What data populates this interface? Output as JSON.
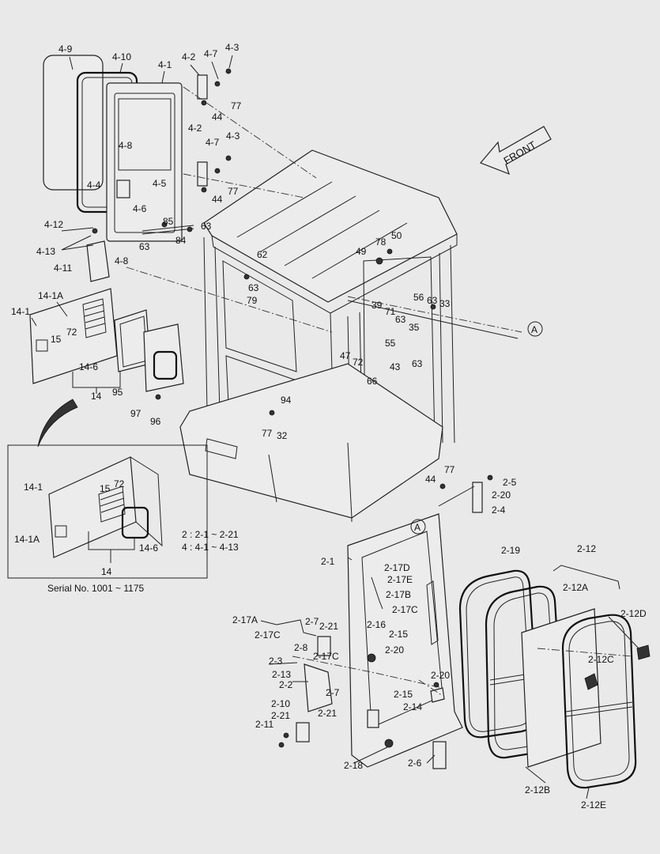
{
  "direction_label": "FRONT",
  "ref_circle": "A",
  "legend": [
    "2 : 2-1 ~ 2-21",
    "4 : 4-1 ~ 4-13"
  ],
  "inset_caption": "Serial No. 1001 ~ 1175",
  "callouts": [
    "4-9",
    "4-10",
    "4-1",
    "4-2",
    "4-7",
    "4-3",
    "77",
    "44",
    "4-8",
    "4-2",
    "4-7",
    "4-3",
    "4-4",
    "4-5",
    "4-6",
    "77",
    "44",
    "85",
    "84",
    "63",
    "4-12",
    "4-13",
    "4-11",
    "4-8",
    "63",
    "62",
    "63",
    "79",
    "78",
    "50",
    "49",
    "14-1A",
    "14-1",
    "72",
    "15",
    "14-6",
    "14",
    "95",
    "97",
    "96",
    "39",
    "71",
    "63",
    "56",
    "63",
    "33",
    "35",
    "55",
    "47",
    "72",
    "43",
    "63",
    "66",
    "94",
    "77",
    "32",
    "14-1",
    "15",
    "72",
    "14-1A",
    "14-6",
    "14",
    "77",
    "44",
    "2-5",
    "2-20",
    "2-4",
    "2-1",
    "2-17D",
    "2-17E",
    "2-17B",
    "2-17C",
    "2-17A",
    "2-7",
    "2-21",
    "2-17C",
    "2-8",
    "2-17C",
    "2-16",
    "2-15",
    "2-20",
    "2-3",
    "2-13",
    "2-2",
    "2-20",
    "2-15",
    "2-14",
    "2-10",
    "2-21",
    "2-11",
    "2-7",
    "2-21",
    "2-18",
    "2-6",
    "2-19",
    "2-12",
    "2-12A",
    "2-12D",
    "2-12C",
    "2-12B",
    "2-12E"
  ]
}
